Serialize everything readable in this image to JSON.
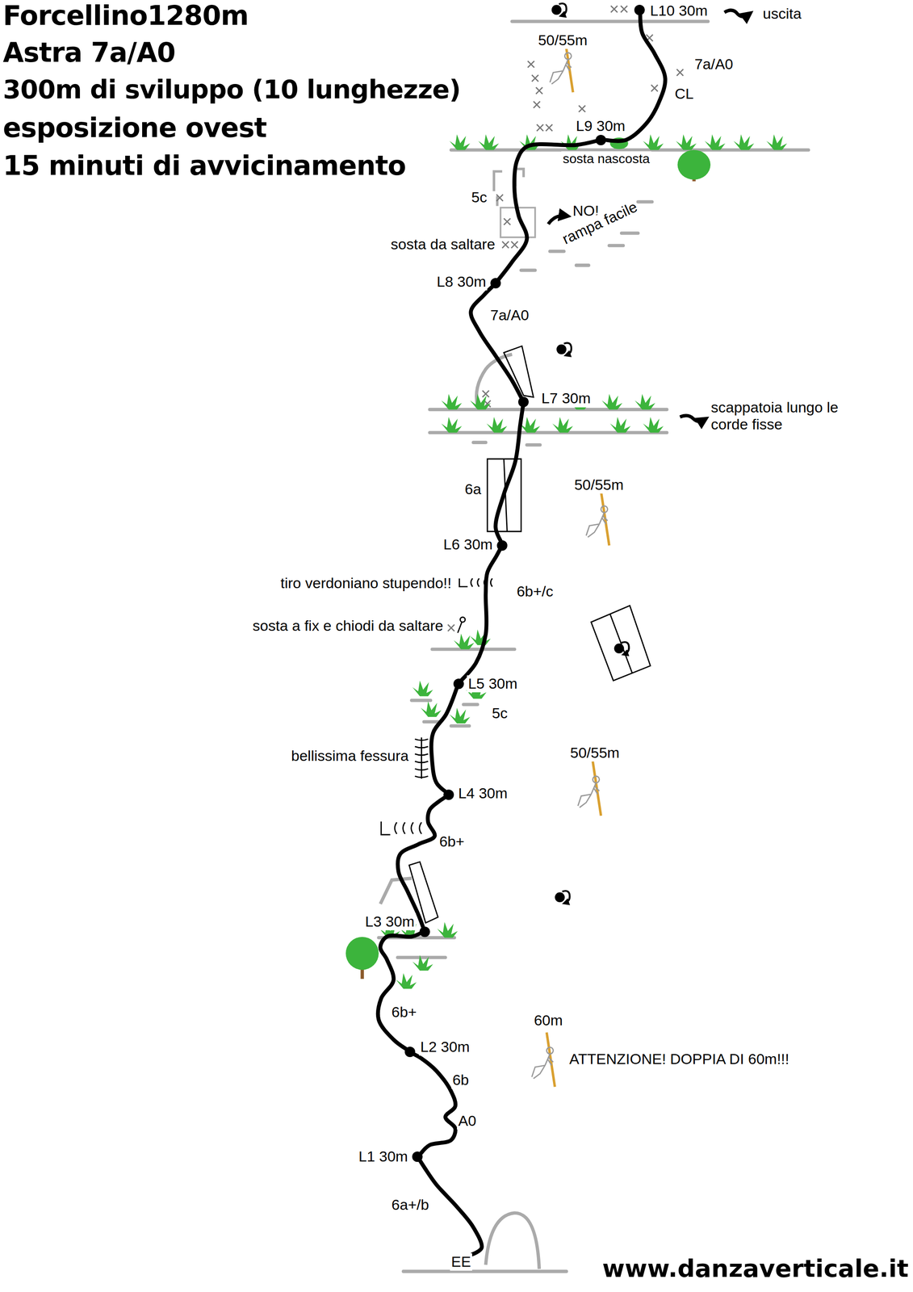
{
  "diagram": {
    "title": "Forcellino1280m",
    "nodes": [
      {
        "text": [
          "EE"
        ]
      },
      {
        "text": [
          "L1 30m"
        ]
      },
      {
        "text": [
          "L2 30m"
        ]
      },
      {
        "text": [
          "L3 30m"
        ]
      },
      {
        "text": [
          "L4 30m"
        ]
      },
      {
        "text": [
          "L5 30m"
        ]
      },
      {
        "text": [
          "L6 30m"
        ]
      },
      {
        "text": [
          "L7 30m"
        ]
      },
      {
        "text": [
          "L8 30m"
        ]
      },
      {
        "text": [
          "L9 30m"
        ]
      },
      {
        "text": [
          "L10 30m"
        ]
      }
    ],
    "edges": [
      {
        "from": 0,
        "to": 1,
        "arrow": "none",
        "label": "6a+/b"
      },
      {
        "from": 1,
        "to": 2,
        "arrow": "none",
        "label": "6b"
      },
      {
        "from": 2,
        "to": 3,
        "arrow": "none",
        "label": "6b+"
      },
      {
        "from": 3,
        "to": 4,
        "arrow": "none",
        "label": "6b+"
      },
      {
        "from": 4,
        "to": 5,
        "arrow": "none",
        "label": "5c"
      },
      {
        "from": 5,
        "to": 6,
        "arrow": "none",
        "label": "6b+/c"
      },
      {
        "from": 6,
        "to": 7,
        "arrow": "none",
        "label": "6a"
      },
      {
        "from": 7,
        "to": 8,
        "arrow": "none",
        "label": "7a/A0"
      },
      {
        "from": 8,
        "to": 9,
        "arrow": "none",
        "label": "5c"
      },
      {
        "from": 9,
        "to": 10,
        "arrow": "none",
        "label": "7a/A0"
      }
    ],
    "labels": [
      "Astra 7a/A0",
      "300m di sviluppo (10 lunghezze)",
      "esposizione ovest",
      "15 minuti di avvicinamento",
      "uscita",
      "50/55m",
      "CL",
      "sosta nascosta",
      "NO!",
      "rampa facile",
      "sosta da saltare",
      "scappatoia lungo le corde fisse",
      "50/55m",
      "tiro verdoniano stupendo!!",
      "sosta a fix e chiodi da saltare",
      "bellissima fessura",
      "50/55m",
      "60m",
      "ATTENZIONE! DOPPIA DI 60m!!!",
      "A0",
      "www.danzaverticale.it"
    ]
  }
}
